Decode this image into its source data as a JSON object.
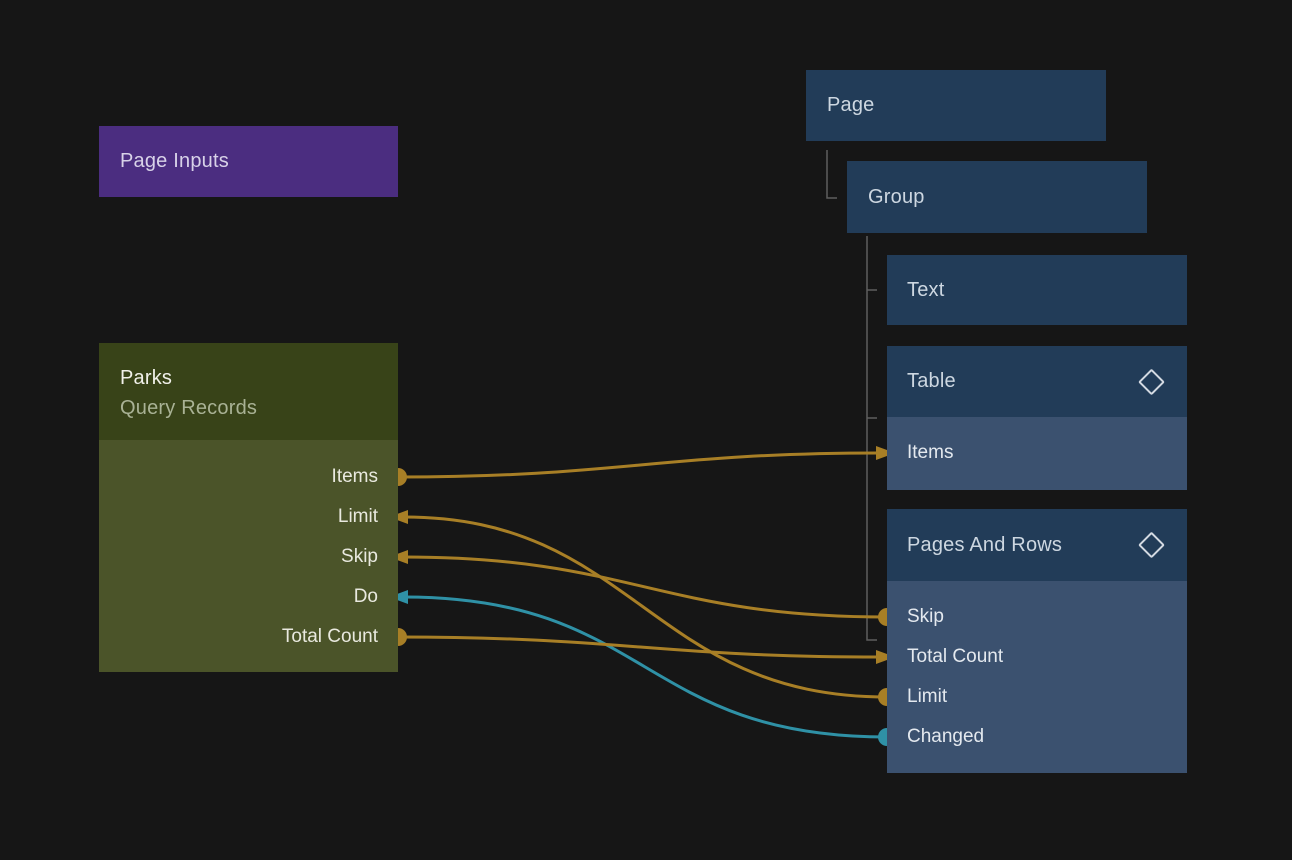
{
  "colors": {
    "background": "#161616",
    "purple": "#4b2d80",
    "olive_header": "#384318",
    "olive_body": "#4b5429",
    "blue_header": "#223c58",
    "blue_row": "#3b516f",
    "wire_orange": "#a87f26",
    "wire_teal": "#2f91a6",
    "tree_line": "#5e5e5e"
  },
  "page_inputs": {
    "title": "Page Inputs"
  },
  "parks": {
    "title": "Parks",
    "subtitle": "Query Records",
    "ports": [
      {
        "label": "Items",
        "direction": "output",
        "color": "orange"
      },
      {
        "label": "Limit",
        "direction": "input",
        "color": "orange"
      },
      {
        "label": "Skip",
        "direction": "input",
        "color": "orange"
      },
      {
        "label": "Do",
        "direction": "input",
        "color": "teal"
      },
      {
        "label": "Total Count",
        "direction": "output",
        "color": "orange"
      }
    ]
  },
  "tree": {
    "page": {
      "title": "Page"
    },
    "group": {
      "title": "Group"
    },
    "text": {
      "title": "Text"
    },
    "table": {
      "title": "Table",
      "icon": "diamond-icon",
      "rows": [
        {
          "label": "Items"
        }
      ]
    },
    "pages_and_rows": {
      "title": "Pages And Rows",
      "icon": "diamond-icon",
      "rows": [
        {
          "label": "Skip"
        },
        {
          "label": "Total Count"
        },
        {
          "label": "Limit"
        },
        {
          "label": "Changed"
        }
      ]
    }
  },
  "connections": [
    {
      "from": "Parks.Items",
      "to": "Table.Items",
      "color": "orange"
    },
    {
      "from": "Pages And Rows.Limit",
      "to": "Parks.Limit",
      "color": "orange"
    },
    {
      "from": "Pages And Rows.Skip",
      "to": "Parks.Skip",
      "color": "orange"
    },
    {
      "from": "Pages And Rows.Changed",
      "to": "Parks.Do",
      "color": "teal"
    },
    {
      "from": "Parks.Total Count",
      "to": "Pages And Rows.Total Count",
      "color": "orange"
    }
  ]
}
